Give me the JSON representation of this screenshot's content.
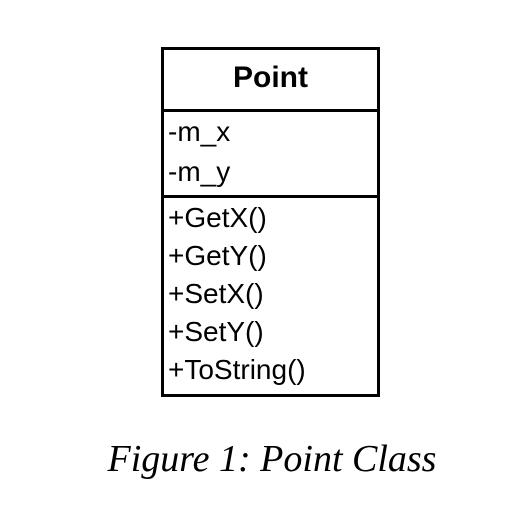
{
  "class_diagram": {
    "class_name": "Point",
    "attributes": [
      "-m_x",
      "-m_y"
    ],
    "methods": [
      "+GetX()",
      "+GetY()",
      "+SetX()",
      "+SetY()",
      "+ToString()"
    ]
  },
  "caption": "Figure 1: Point Class"
}
